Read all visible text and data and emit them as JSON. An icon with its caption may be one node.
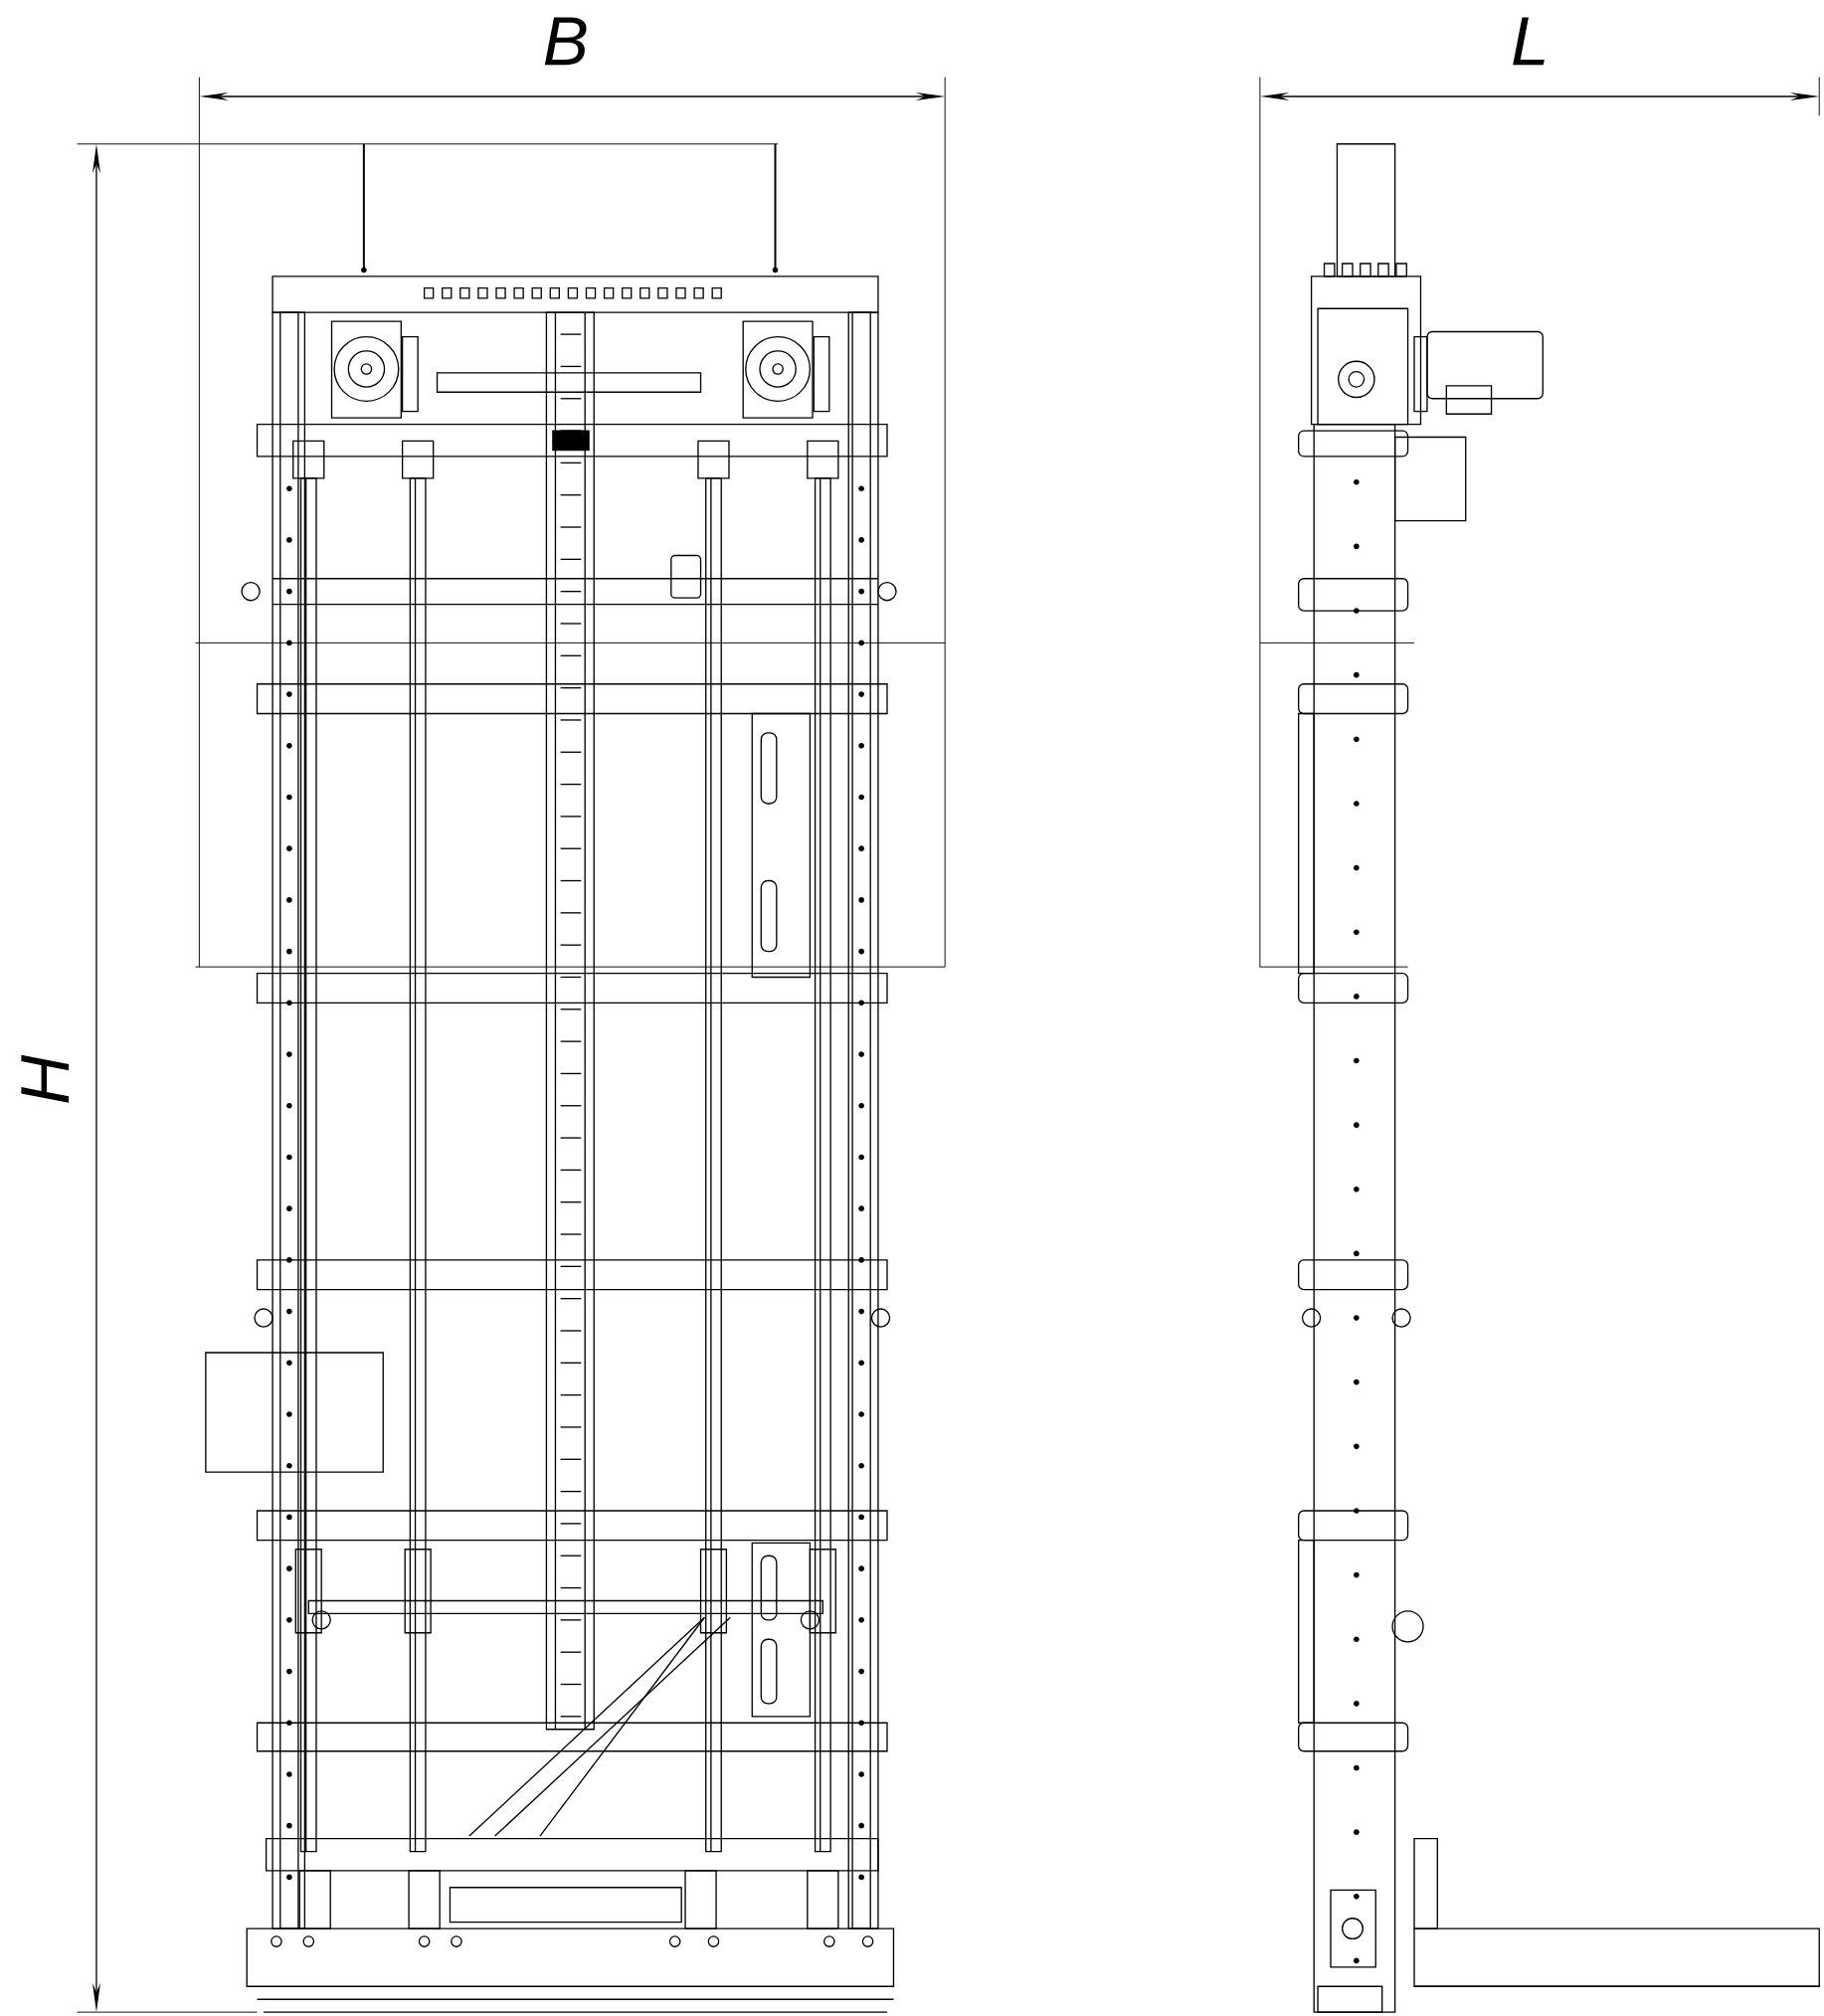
{
  "diagram": {
    "labels": [
      "B",
      "L",
      "H"
    ]
  }
}
